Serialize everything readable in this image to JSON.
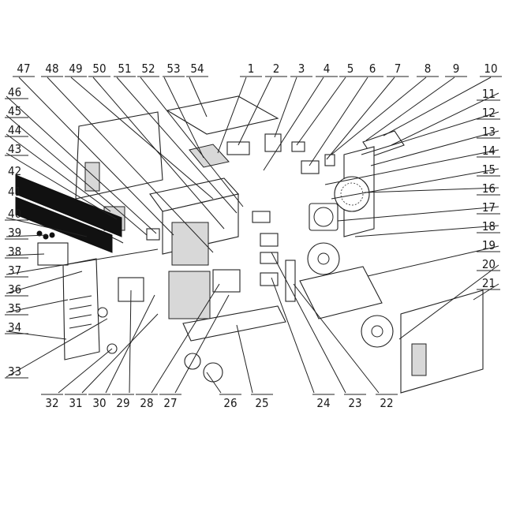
{
  "diagram": {
    "callouts": {
      "top": [
        "47",
        "48",
        "49",
        "50",
        "51",
        "52",
        "53",
        "54",
        "1",
        "2",
        "3",
        "4",
        "5",
        "6",
        "7",
        "8",
        "9",
        "10"
      ],
      "right": [
        "11",
        "12",
        "13",
        "14",
        "15",
        "16",
        "17",
        "18",
        "19",
        "20",
        "21"
      ],
      "left": [
        "46",
        "45",
        "44",
        "43",
        "42",
        "41",
        "40",
        "39",
        "38",
        "37",
        "36",
        "35",
        "34",
        "33"
      ],
      "bottom": [
        "32",
        "31",
        "30",
        "29",
        "28",
        "27",
        "26",
        "25",
        "24",
        "23",
        "22"
      ]
    },
    "highlighted_callouts": [
      "42",
      "41"
    ],
    "colors": {
      "line": "#222222",
      "highlight": "#000000",
      "background": "#ffffff"
    }
  }
}
